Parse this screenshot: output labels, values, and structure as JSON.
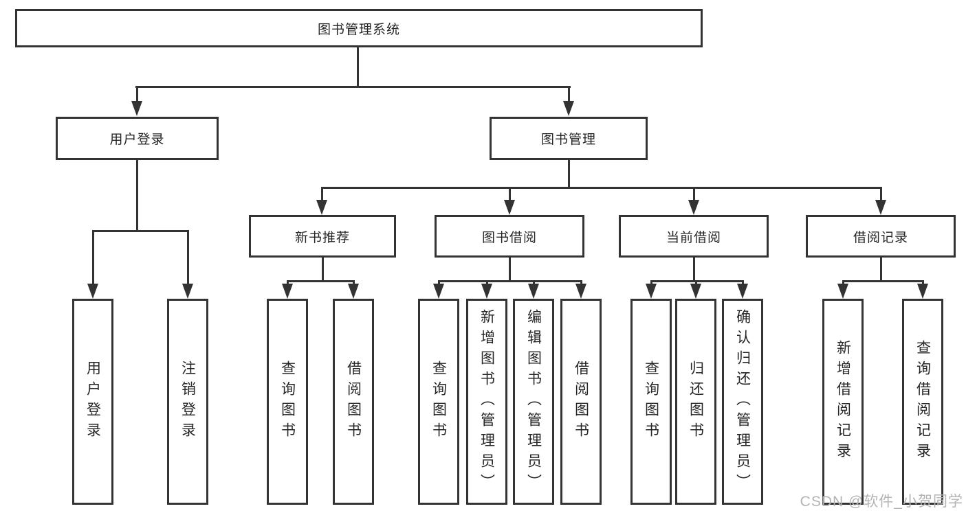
{
  "diagram": {
    "root_label": "图书管理系统",
    "branches": {
      "user_login": {
        "label": "用户登录",
        "children": [
          "用户登录",
          "注销登录"
        ]
      },
      "book_mgmt": {
        "label": "图书管理",
        "sections": {
          "new_books": {
            "label": "新书推荐",
            "children": [
              "查询图书",
              "借阅图书"
            ]
          },
          "book_borrow": {
            "label": "图书借阅",
            "children": [
              "查询图书",
              "新增图书（管理员）",
              "编辑图书（管理员）",
              "借阅图书"
            ]
          },
          "current_borrow": {
            "label": "当前借阅",
            "children": [
              "查询图书",
              "归还图书",
              "确认归还（管理员）"
            ]
          },
          "borrow_records": {
            "label": "借阅记录",
            "children": [
              "新增借阅记录",
              "查询借阅记录"
            ]
          }
        }
      }
    },
    "watermark": "CSDN @软件_小贺同学",
    "colors": {
      "line": "#333333",
      "text": "#262626",
      "watermark": "#b3b3b3",
      "background": "#ffffff"
    }
  }
}
